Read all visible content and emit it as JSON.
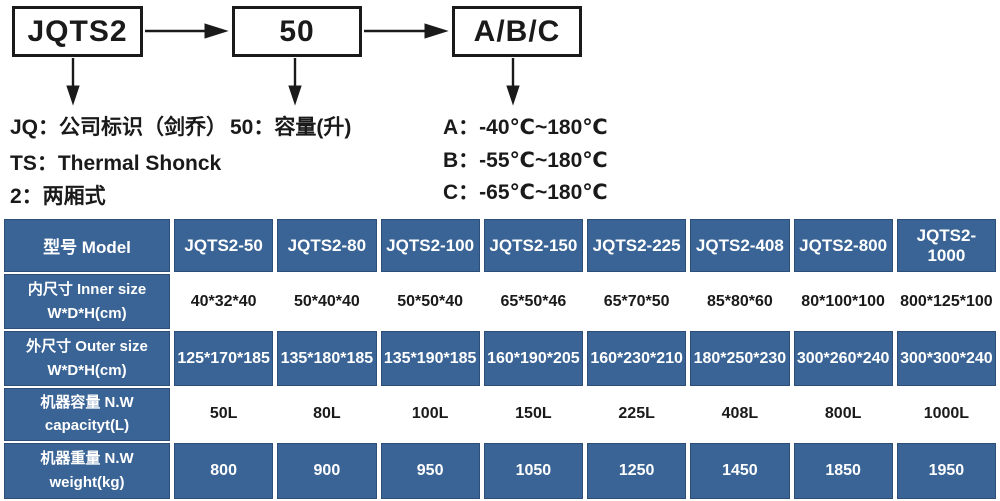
{
  "flow": {
    "boxes": [
      {
        "label": "JQTS2"
      },
      {
        "label": "50"
      },
      {
        "label": "A/B/C"
      }
    ],
    "notes_brand": [
      "JQ：公司标识（剑乔）",
      "TS：Thermal Shonck",
      "2：两厢式"
    ],
    "note_volume": "50：容量(升)",
    "notes_temp": [
      "A：-40℃~180℃",
      "B：-55℃~180℃",
      "C：-65℃~180℃"
    ]
  },
  "table": {
    "header": {
      "label": "型号 Model",
      "models": [
        "JQTS2-50",
        "JQTS2-80",
        "JQTS2-100",
        "JQTS2-150",
        "JQTS2-225",
        "JQTS2-408",
        "JQTS2-800",
        "JQTS2-1000"
      ]
    },
    "rows": [
      {
        "label_cn": "内尺寸 Inner size",
        "label_en": "W*D*H(cm)",
        "values": [
          "40*32*40",
          "50*40*40",
          "50*50*40",
          "65*50*46",
          "65*70*50",
          "85*80*60",
          "80*100*100",
          "800*125*100"
        ]
      },
      {
        "label_cn": "外尺寸 Outer size",
        "label_en": "W*D*H(cm)",
        "values": [
          "125*170*185",
          "135*180*185",
          "135*190*185",
          "160*190*205",
          "160*230*210",
          "180*250*230",
          "300*260*240",
          "300*300*240"
        ]
      },
      {
        "label_cn": "机器容量 N.W",
        "label_en": "capacityt(L)",
        "values": [
          "50L",
          "80L",
          "100L",
          "150L",
          "225L",
          "408L",
          "800L",
          "1000L"
        ]
      },
      {
        "label_cn": "机器重量 N.W",
        "label_en": "weight(kg)",
        "values": [
          "800",
          "900",
          "950",
          "1050",
          "1250",
          "1450",
          "1850",
          "1950"
        ]
      }
    ]
  },
  "colors": {
    "cell_blue": "#3A6495",
    "cell_border": "#2C4E78",
    "text_dark": "#1a1a1a",
    "text_light": "#ffffff"
  }
}
